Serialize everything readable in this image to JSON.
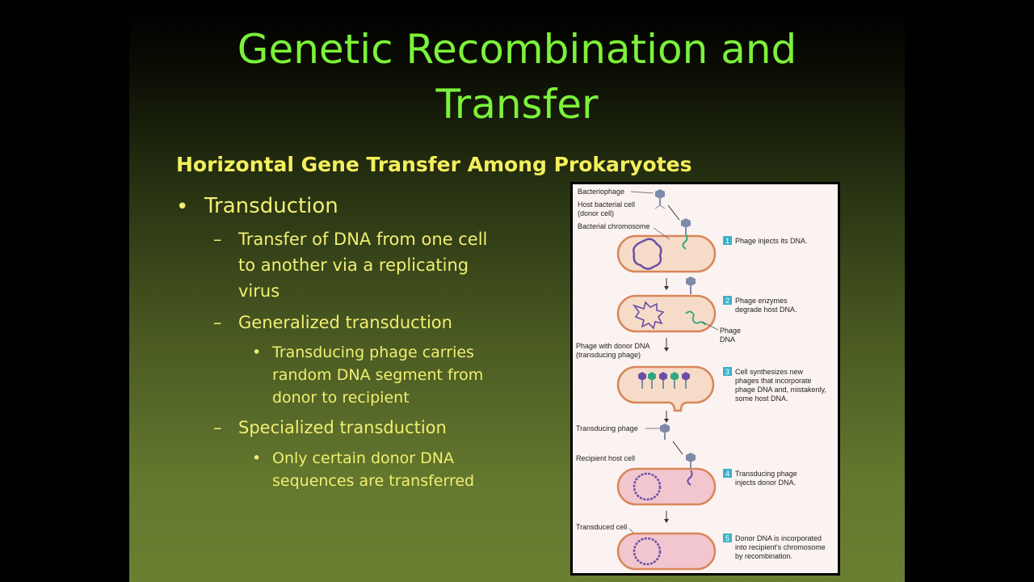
{
  "slide": {
    "title_line1": "Genetic Recombination and",
    "title_line2": "Transfer",
    "heading": "Horizontal Gene Transfer Among Prokaryotes",
    "bullets": {
      "transduction": "Transduction",
      "sub1_line1": "Transfer of DNA from one cell",
      "sub1_line2": "to another via a replicating",
      "sub1_line3": "virus",
      "generalized": "Generalized transduction",
      "gen_line1": "Transducing phage carries",
      "gen_line2": "random DNA segment from",
      "gen_line3": "donor to recipient",
      "specialized": "Specialized transduction",
      "spec_line1": "Only certain donor DNA",
      "spec_line2": "sequences are transferred"
    },
    "markers": {
      "bullet": "•",
      "dash": "–"
    }
  },
  "figure": {
    "labels": {
      "bacteriophage": "Bacteriophage",
      "host_cell_1": "Host bacterial cell",
      "host_cell_2": "(donor cell)",
      "bacterial_chromosome": "Bacterial chromosome",
      "phage_dna_1": "Phage",
      "phage_dna_2": "DNA",
      "phage_with_donor_1": "Phage with donor DNA",
      "phage_with_donor_2": "(transducing phage)",
      "transducing_phage": "Transducing phage",
      "recipient_host_cell": "Recipient host cell",
      "transduced_cell": "Transduced cell"
    },
    "steps": [
      {
        "num": "1",
        "lines": [
          "Phage injects its DNA."
        ]
      },
      {
        "num": "2",
        "lines": [
          "Phage enzymes",
          "degrade host DNA."
        ]
      },
      {
        "num": "3",
        "lines": [
          "Cell synthesizes new",
          "phages that incorporate",
          "phage DNA and, mistakenly,",
          "some host DNA."
        ]
      },
      {
        "num": "4",
        "lines": [
          "Transducing phage",
          "injects donor DNA."
        ]
      },
      {
        "num": "5",
        "lines": [
          "Donor DNA is incorporated",
          "into recipient's chromosome",
          "by recombination."
        ]
      }
    ],
    "colors": {
      "cell_fill": "#f6dcc8",
      "cell_fill_recipient": "#f2c6cf",
      "cell_stroke": "#d9865a",
      "chromosome": "#6a4fa6",
      "phage": "#7d8aa8",
      "phage_dna": "#2fa87f",
      "step_badge": "#3bb3c9"
    }
  }
}
